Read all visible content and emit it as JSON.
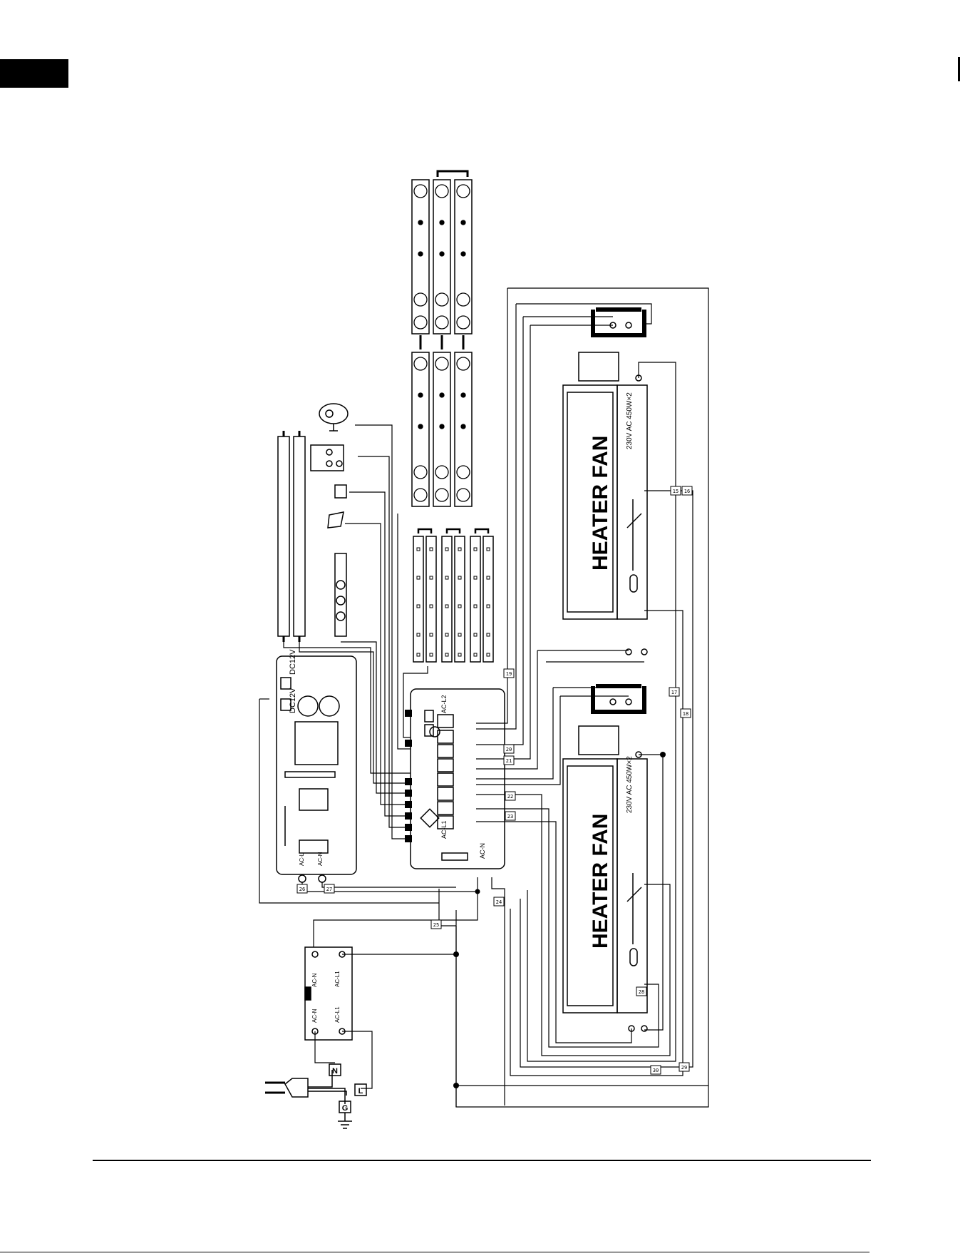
{
  "fan_units": [
    {
      "title": "HEATER FAN",
      "rating": "230V AC 450W×2"
    },
    {
      "title": "HEATER FAN",
      "rating": "230V AC 450W×2"
    }
  ],
  "power_board": {
    "labels": [
      "DC12V",
      "DC12V",
      "AC-L",
      "AC-N"
    ]
  },
  "control_board": {
    "labels": [
      "AC-L2",
      "AC-L1",
      "AC-N"
    ]
  },
  "terminal_block": {
    "labels": [
      "AC-N",
      "AC-L1",
      "AC-N",
      "AC-L1"
    ]
  },
  "plug": {
    "n": "N",
    "l": "L",
    "g": "G"
  },
  "wire_tags": [
    "15",
    "16",
    "17",
    "18",
    "19",
    "20",
    "21",
    "22",
    "23",
    "24",
    "25",
    "26",
    "27",
    "28",
    "29",
    "30"
  ],
  "colors": {
    "ink": "#000000",
    "paper": "#ffffff"
  }
}
